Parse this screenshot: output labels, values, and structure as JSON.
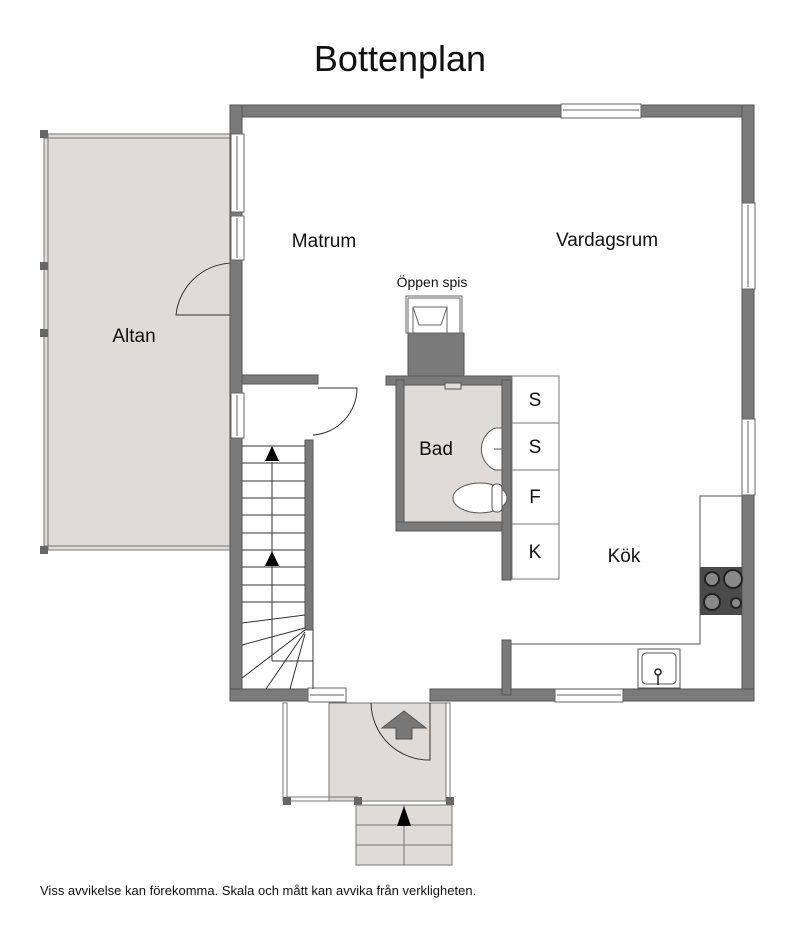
{
  "title": "Bottenplan",
  "disclaimer": "Viss avvikelse kan förekomma. Skala och mått kan avvika från verkligheten.",
  "rooms": {
    "matrum": "Matrum",
    "vardagsrum": "Vardagsrum",
    "altan": "Altan",
    "bad": "Bad",
    "kok": "Kök",
    "fireplace": "Öppen spis"
  },
  "closets": [
    "S",
    "S",
    "F",
    "K"
  ],
  "colors": {
    "wall": "#7a7a7a",
    "wall_edge": "#555555",
    "floor_tinted": "#dedbd8",
    "background": "#ffffff",
    "stove": "#4a4a4a"
  }
}
